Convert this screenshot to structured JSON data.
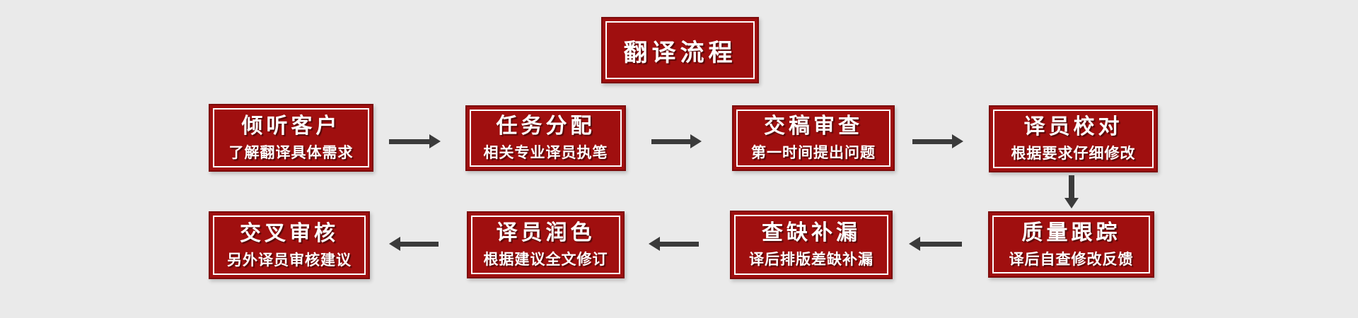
{
  "title": "翻译流程",
  "nodes": {
    "row1": [
      {
        "heading": "倾听客户",
        "subtitle": "了解翻译具体需求"
      },
      {
        "heading": "任务分配",
        "subtitle": "相关专业译员执笔"
      },
      {
        "heading": "交稿审查",
        "subtitle": "第一时间提出问题"
      },
      {
        "heading": "译员校对",
        "subtitle": "根据要求仔细修改"
      }
    ],
    "row2": [
      {
        "heading": "交叉审核",
        "subtitle": "另外译员审核建议"
      },
      {
        "heading": "译员润色",
        "subtitle": "根据建议全文修订"
      },
      {
        "heading": "查缺补漏",
        "subtitle": "译后排版差缺补漏"
      },
      {
        "heading": "质量跟踪",
        "subtitle": "译后自查修改反馈"
      }
    ]
  },
  "colors": {
    "box_red": "#a00f0f",
    "box_border_dark": "#7d0a0a",
    "inner_border": "#ffffff",
    "text": "#ffffff",
    "arrow": "#3b3b3b",
    "background": "#eaeaea"
  }
}
